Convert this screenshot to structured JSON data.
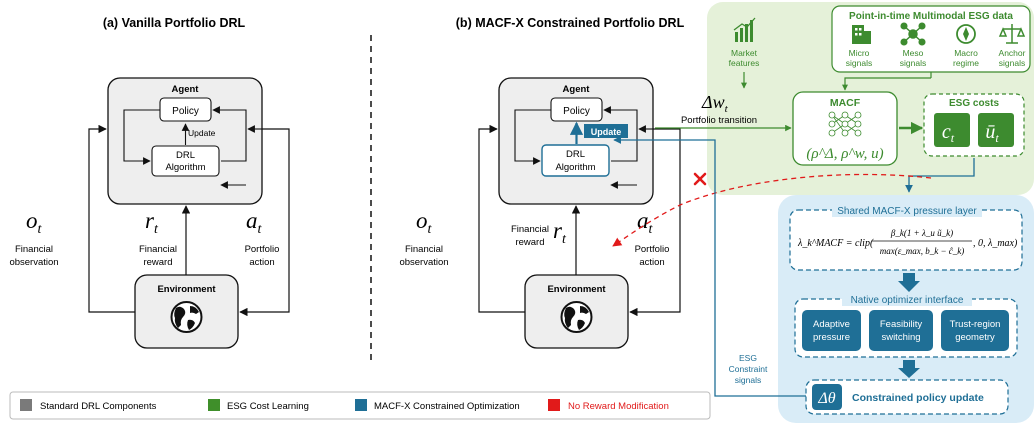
{
  "panel_a": {
    "title": "(a) Vanilla Portfolio DRL",
    "agent": "Agent",
    "policy": "Policy",
    "update": "Update",
    "drl_line1": "DRL",
    "drl_line2": "Algorithm",
    "environment": "Environment",
    "obs_symbol": "o",
    "obs_sub": "t",
    "obs_line1": "Financial",
    "obs_line2": "observation",
    "reward_symbol": "r",
    "reward_sub": "t",
    "reward_line1": "Financial",
    "reward_line2": "reward",
    "action_symbol": "a",
    "action_sub": "t",
    "action_line1": "Portfolio",
    "action_line2": "action"
  },
  "panel_b": {
    "title": "(b)  MACF-X Constrained Portfolio DRL",
    "agent": "Agent",
    "policy": "Policy",
    "update": "Update",
    "drl_line1": "DRL",
    "drl_line2": "Algorithm",
    "environment": "Environment",
    "obs_symbol": "o",
    "obs_sub": "t",
    "obs_line1": "Financial",
    "obs_line2": "observation",
    "reward_symbol": "r",
    "reward_sub": "t",
    "reward_line1": "Financial",
    "reward_line2": "reward",
    "action_symbol": "a",
    "action_sub": "t",
    "action_line1": "Portfolio",
    "action_line2": "action",
    "delta_w": "Δw",
    "delta_w_sub": "t",
    "transition": "Portfolio transition",
    "esg_signal_line1": "ESG",
    "esg_signal_line2": "Constraint",
    "esg_signal_line3": "signals"
  },
  "esg_panel": {
    "data_title": "Point-in-time Multimodal ESG data",
    "market_line1": "Market",
    "market_line2": "features",
    "micro_line1": "Micro",
    "micro_line2": "signals",
    "meso_line1": "Meso",
    "meso_line2": "signals",
    "macro_line1": "Macro",
    "macro_line2": "regime",
    "anchor_line1": "Anchor",
    "anchor_line2": "signals",
    "macf_title": "MACF",
    "macf_output": "(ρ^Δ, ρ^w, u)",
    "costs_title": "ESG costs",
    "cost_c": "c",
    "cost_c_sub": "t",
    "cost_u": "ū",
    "cost_u_sub": "t"
  },
  "opt_panel": {
    "pressure_title": "Shared MACF-X pressure layer",
    "formula_lhs": "λ_k^MACF = clip(",
    "formula_num": "β_k(1 + λ_u ũ_k)",
    "formula_den": "max(ε_max, b_k − ĉ_k)",
    "formula_tail": ", 0, λ_max)",
    "interface_title": "Native optimizer interface",
    "adaptive_line1": "Adaptive",
    "adaptive_line2": "pressure",
    "feasibility_line1": "Feasibility",
    "feasibility_line2": "switching",
    "trust_line1": "Trust-region",
    "trust_line2": "geometry",
    "delta_theta": "Δθ",
    "constrained_update": "Constrained policy update"
  },
  "legend": {
    "items": [
      {
        "label": "Standard DRL Components",
        "color": "#7a7a7a"
      },
      {
        "label": "ESG Cost Learning",
        "color": "#3f8f2a"
      },
      {
        "label": "MACF-X Constrained Optimization",
        "color": "#1f6f96"
      },
      {
        "label": "No Reward Modification",
        "color": "#e11a1a"
      }
    ]
  },
  "colors": {
    "green_bg": "#e5f1d9",
    "green_dark": "#3d8b2f",
    "blue_bg": "#d9ecf7",
    "blue_dark": "#1f6f96",
    "red": "#e11a1a",
    "gray_box": "#eeeeee"
  }
}
